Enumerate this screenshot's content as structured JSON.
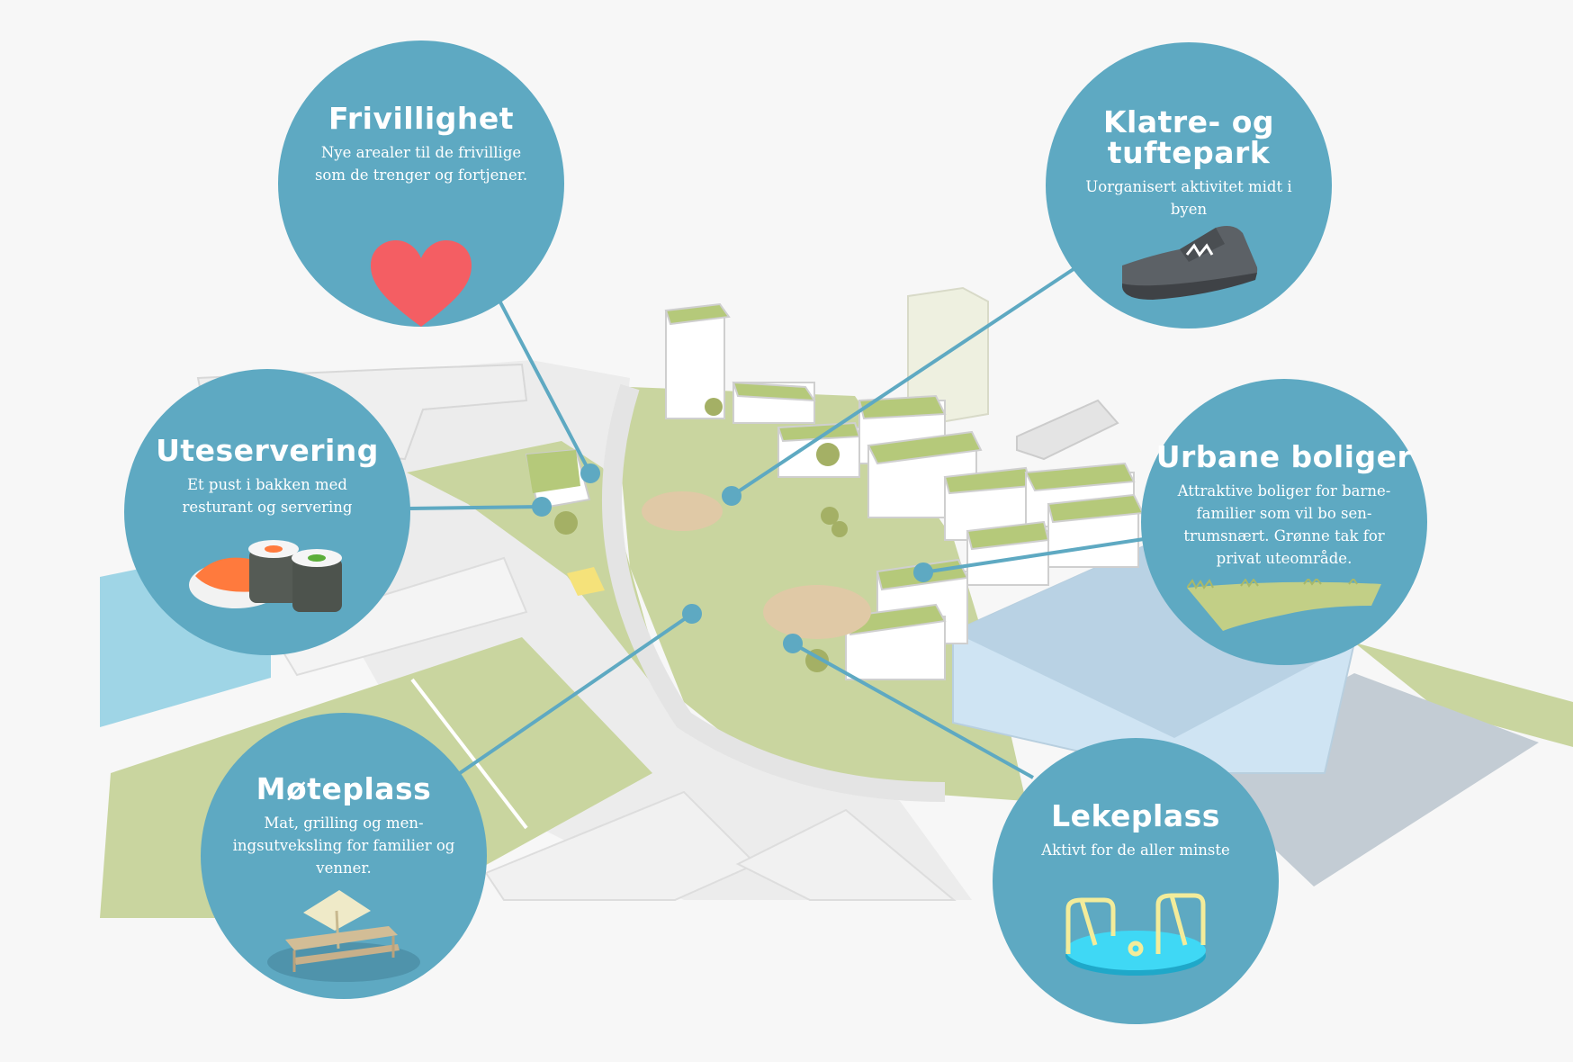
{
  "colors": {
    "bubble": "#5ea9c2",
    "grass": "#c9d59f",
    "water": "#9fd5e6",
    "road": "#e6e6e6",
    "background": "#f7f7f7"
  },
  "callouts": [
    {
      "id": "frivillighet",
      "title": "Frivillighet",
      "text": "Nye arealer til de frivillige som de trenger og fortjener.",
      "icon": "heart-icon"
    },
    {
      "id": "klatre",
      "title": "Klatre- og tuftepark",
      "text": "Uorganisert aktivitet midt i byen",
      "icon": "shoe-icon"
    },
    {
      "id": "uteservering",
      "title": "Uteservering",
      "text": "Et pust i bakken med resturant og servering",
      "icon": "sushi-icon"
    },
    {
      "id": "urbane",
      "title": "Urbane boliger",
      "text": "Attraktive boliger for barne-familier som vil bo sen-trumsnært. Grønne tak for privat uteområde.",
      "icon": "green-roof-icon"
    },
    {
      "id": "moteplass",
      "title": "Møteplass",
      "text": "Mat, grilling og men-ingsutveksling for familier og venner.",
      "icon": "picnic-table-icon"
    },
    {
      "id": "lekeplass",
      "title": "Lekeplass",
      "text": "Aktivt for de aller minste",
      "icon": "carousel-icon"
    }
  ]
}
